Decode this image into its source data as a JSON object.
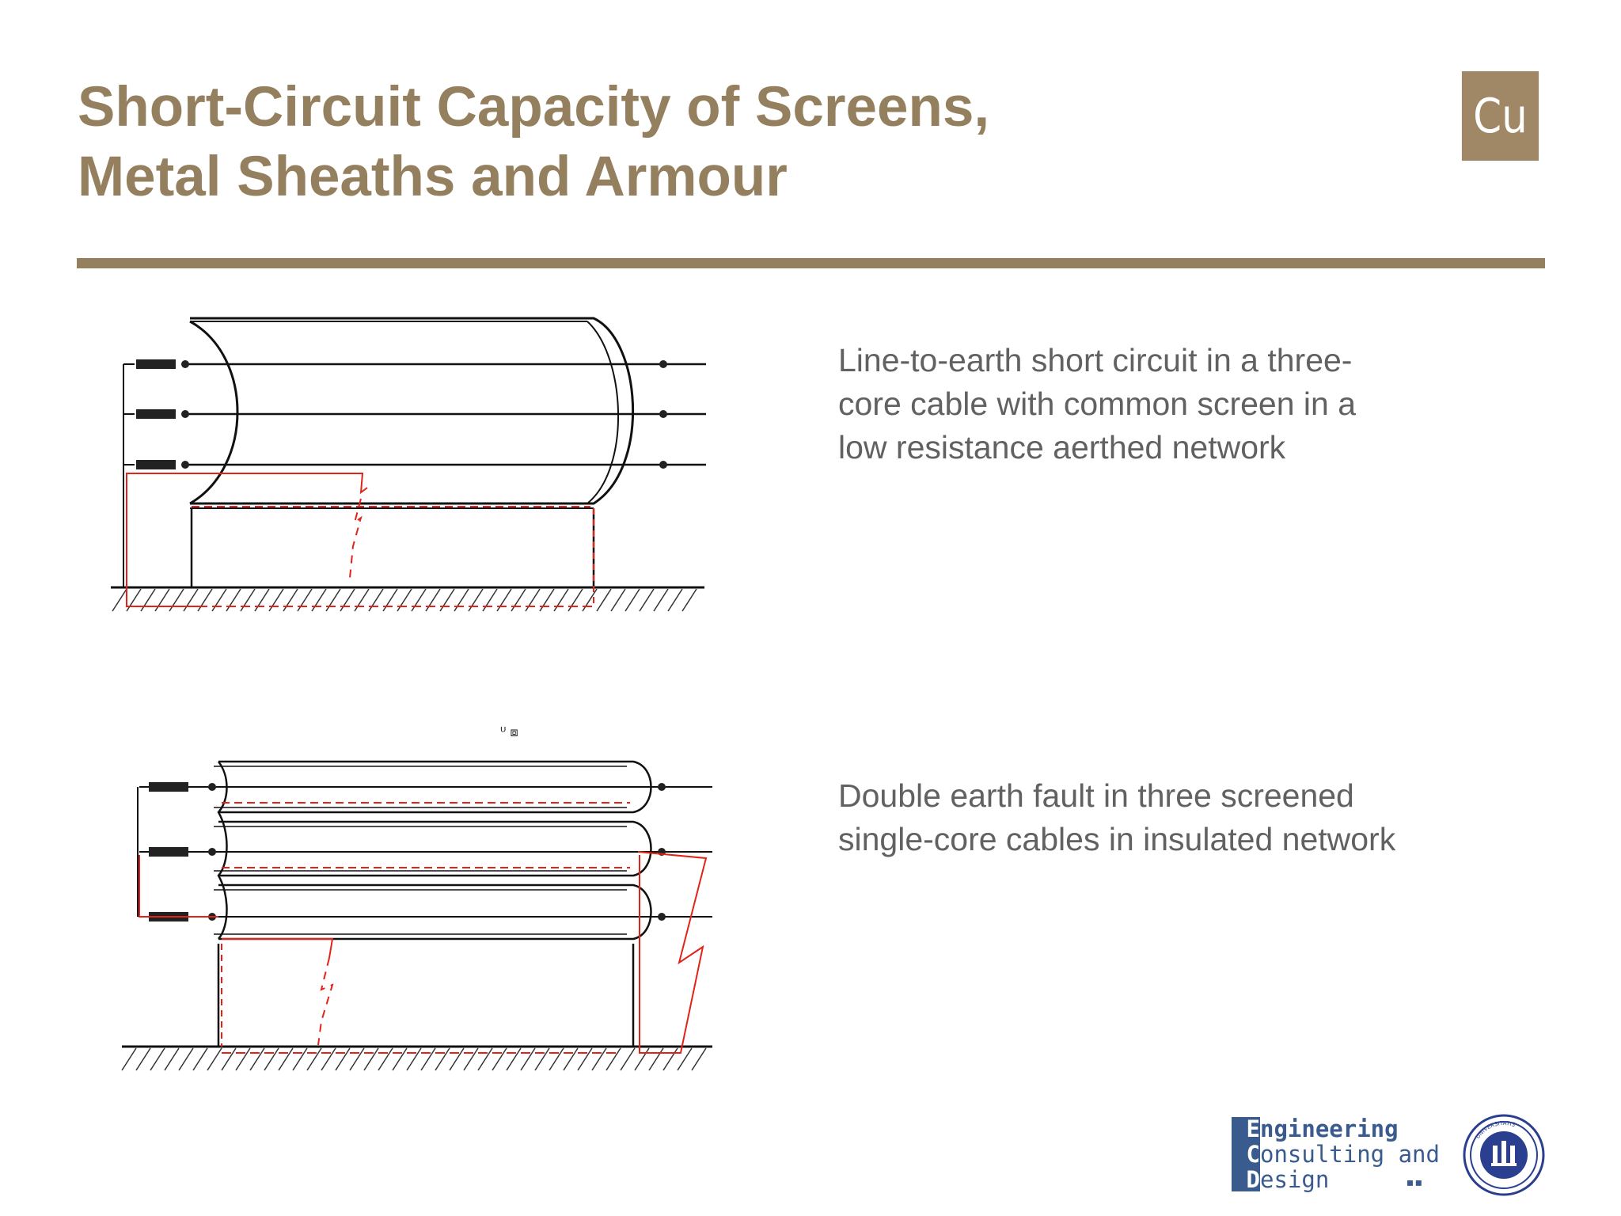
{
  "slide": {
    "title_line1": "Short-Circuit Capacity of Screens,",
    "title_line2": "Metal Sheaths and Armour",
    "badge_text": "Cu",
    "captions": [
      {
        "lines": [
          "Line-to-earth short circuit in a three-",
          "core cable with common screen in a",
          "low resistance aerthed network"
        ]
      },
      {
        "lines": [
          "Double earth fault in three screened",
          "single-core cables in insulated network"
        ]
      }
    ],
    "footer_logo": {
      "line1_initial": "E",
      "line1_rest": "ngineering",
      "line2_initial": "C",
      "line2_rest": "onsulting and",
      "line3_initial": "D",
      "line3_rest": "esign"
    },
    "seal_text": "UNIVERSITATIS"
  },
  "colors": {
    "accent": "#94805f",
    "badge": "#a08766",
    "caption": "#616161",
    "fault_path": "#e2231a",
    "logo": "#3a5b8e"
  }
}
